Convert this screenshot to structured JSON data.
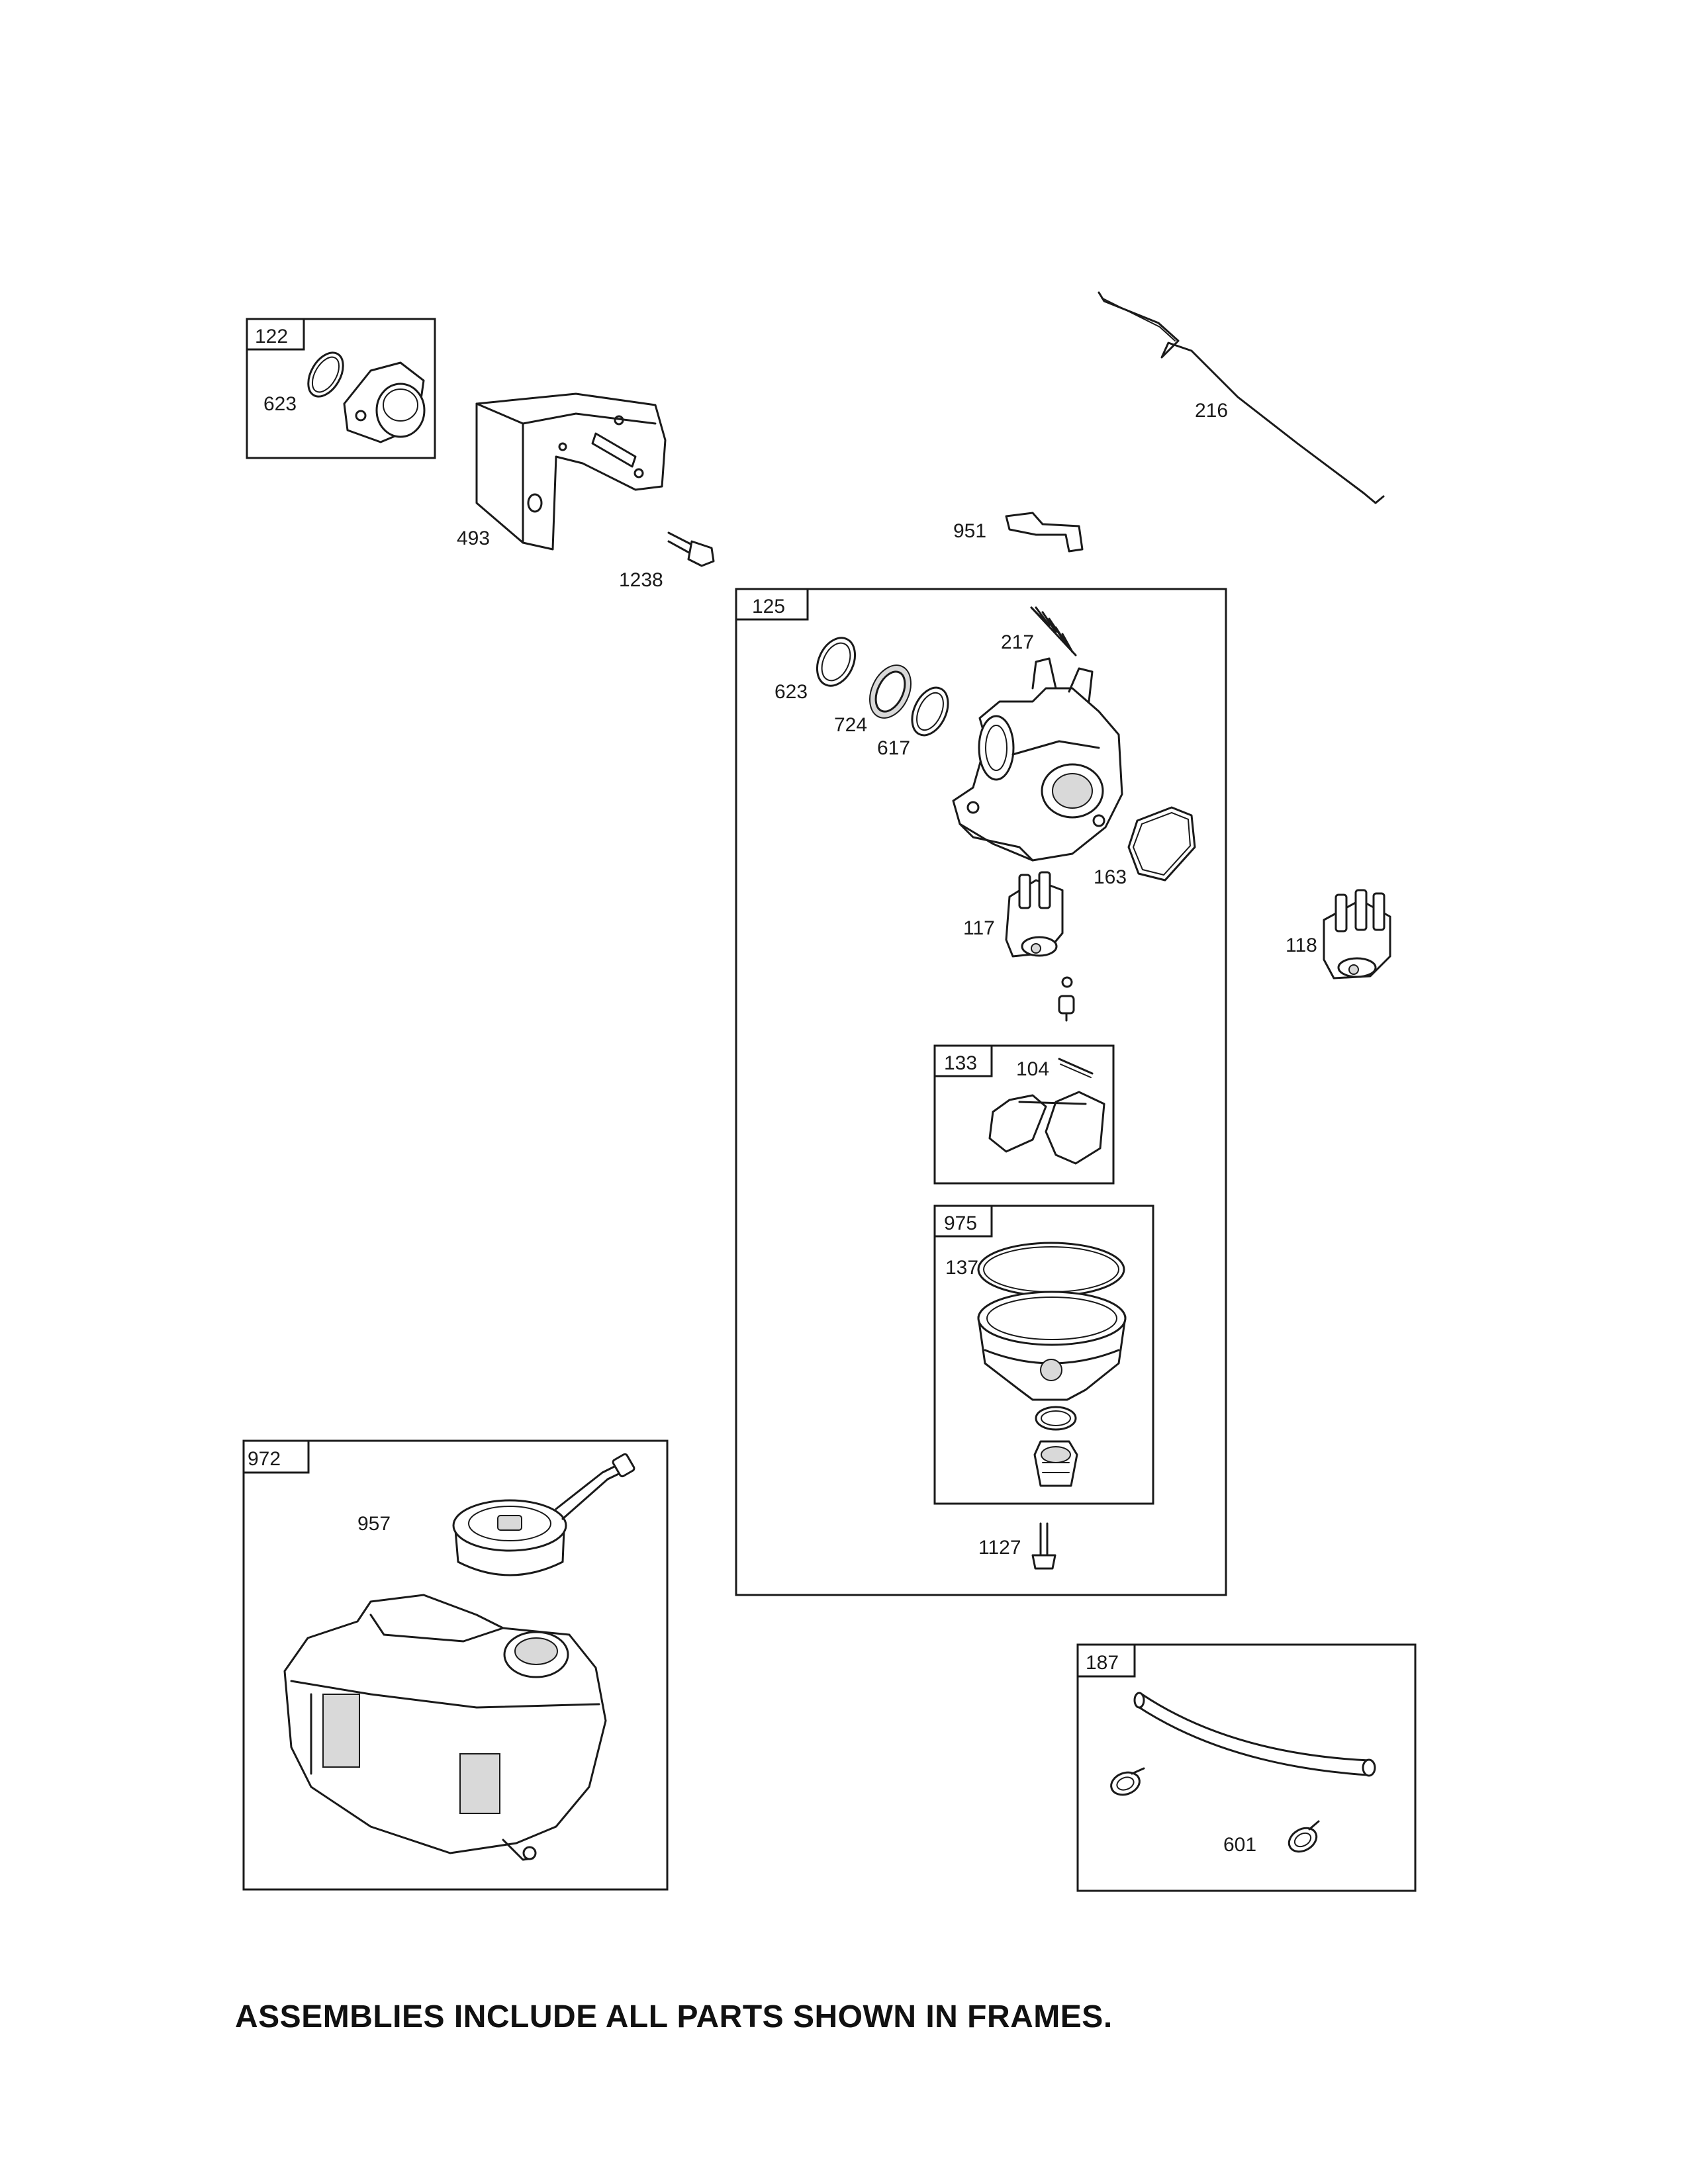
{
  "frames": {
    "f122": "122",
    "f125": "125",
    "f133": "133",
    "f975": "975",
    "f972": "972",
    "f187": "187"
  },
  "callouts": {
    "c623a": "623",
    "c493": "493",
    "c1238": "1238",
    "c216": "216",
    "c951": "951",
    "c217": "217",
    "c623b": "623",
    "c724": "724",
    "c617": "617",
    "c163": "163",
    "c117": "117",
    "c118": "118",
    "c104": "104",
    "c137": "137",
    "c1127": "1127",
    "c957": "957",
    "c601": "601"
  },
  "footer": "ASSEMBLIES INCLUDE ALL PARTS SHOWN IN FRAMES."
}
